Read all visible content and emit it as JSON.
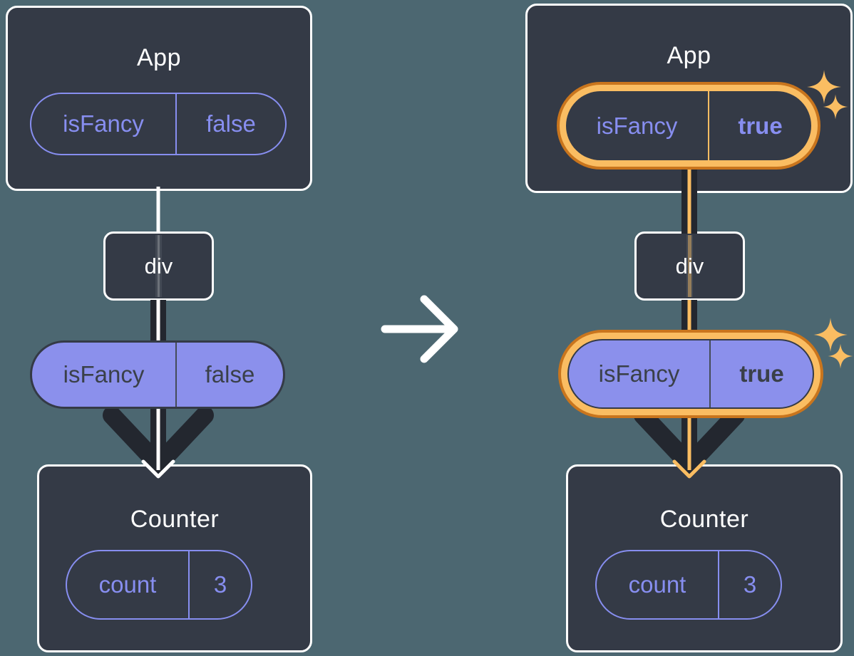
{
  "colors": {
    "background": "#4C6771",
    "card_fill": "#343A46",
    "card_border": "#FFFFFF",
    "purple_accent": "#878EF0",
    "purple_pill_fill": "#8B90EC",
    "dark_text_on_purple": "#3A4049",
    "dark_arrow": "#23272F",
    "highlight_orange_dark": "#C9751D",
    "highlight_orange_light": "#FABD62",
    "white": "#FFFFFF"
  },
  "middle": {
    "arrow_icon": "right-arrow"
  },
  "left_tree": {
    "app": {
      "title": "App",
      "prop": {
        "name": "isFancy",
        "value": "false"
      }
    },
    "div_node": {
      "label": "div"
    },
    "passed_prop": {
      "name": "isFancy",
      "value": "false"
    },
    "counter": {
      "title": "Counter",
      "state": {
        "name": "count",
        "value": "3"
      }
    }
  },
  "right_tree": {
    "app": {
      "title": "App",
      "prop": {
        "name": "isFancy",
        "value": "true"
      }
    },
    "div_node": {
      "label": "div"
    },
    "passed_prop": {
      "name": "isFancy",
      "value": "true"
    },
    "counter": {
      "title": "Counter",
      "state": {
        "name": "count",
        "value": "3"
      }
    }
  }
}
